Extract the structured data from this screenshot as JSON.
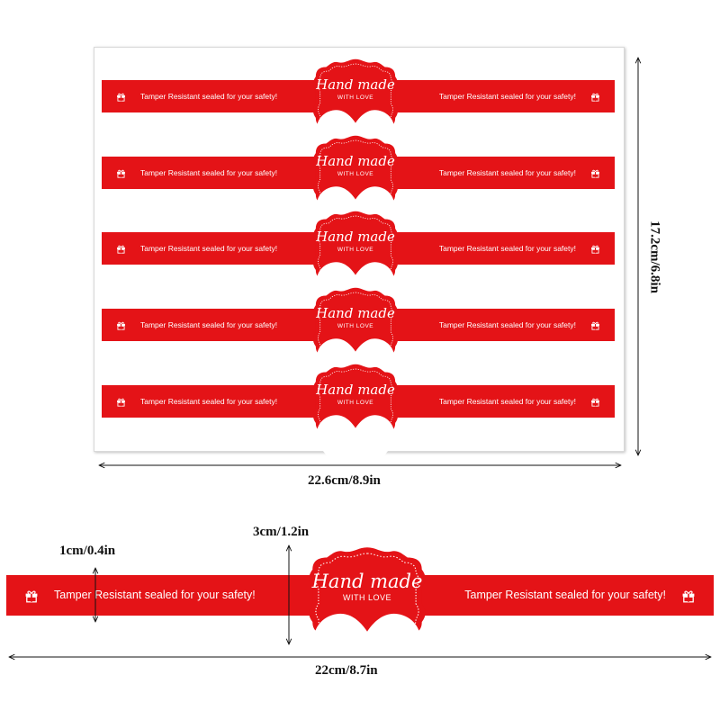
{
  "colors": {
    "label_red": "#e41317",
    "text_white": "#ffffff",
    "dimension_black": "#111111"
  },
  "label": {
    "side_text": "Tamper Resistant sealed for your safety!",
    "badge_title": "Hand made",
    "badge_subtitle": "WITH LOVE",
    "icons": [
      "gift-icon",
      "heart-icon"
    ]
  },
  "sheet": {
    "strips": [
      {
        "left_text": "Tamper Resistant sealed for your safety!",
        "right_text": "Tamper Resistant sealed for your safety!"
      },
      {
        "left_text": "Tamper Resistant sealed for your safety!",
        "right_text": "Tamper Resistant sealed for your safety!"
      },
      {
        "left_text": "Tamper Resistant sealed for your safety!",
        "right_text": "Tamper Resistant sealed for your safety!"
      },
      {
        "left_text": "Tamper Resistant sealed for your safety!",
        "right_text": "Tamper Resistant sealed for your safety!"
      },
      {
        "left_text": "Tamper Resistant sealed for your safety!",
        "right_text": "Tamper Resistant sealed for your safety!"
      }
    ]
  },
  "dimensions": {
    "sheet_width": "22.6cm/8.9in",
    "sheet_height": "17.2cm/6.8in",
    "strip_height": "1cm/0.4in",
    "badge_height": "3cm/1.2in",
    "strip_length": "22cm/8.7in"
  }
}
